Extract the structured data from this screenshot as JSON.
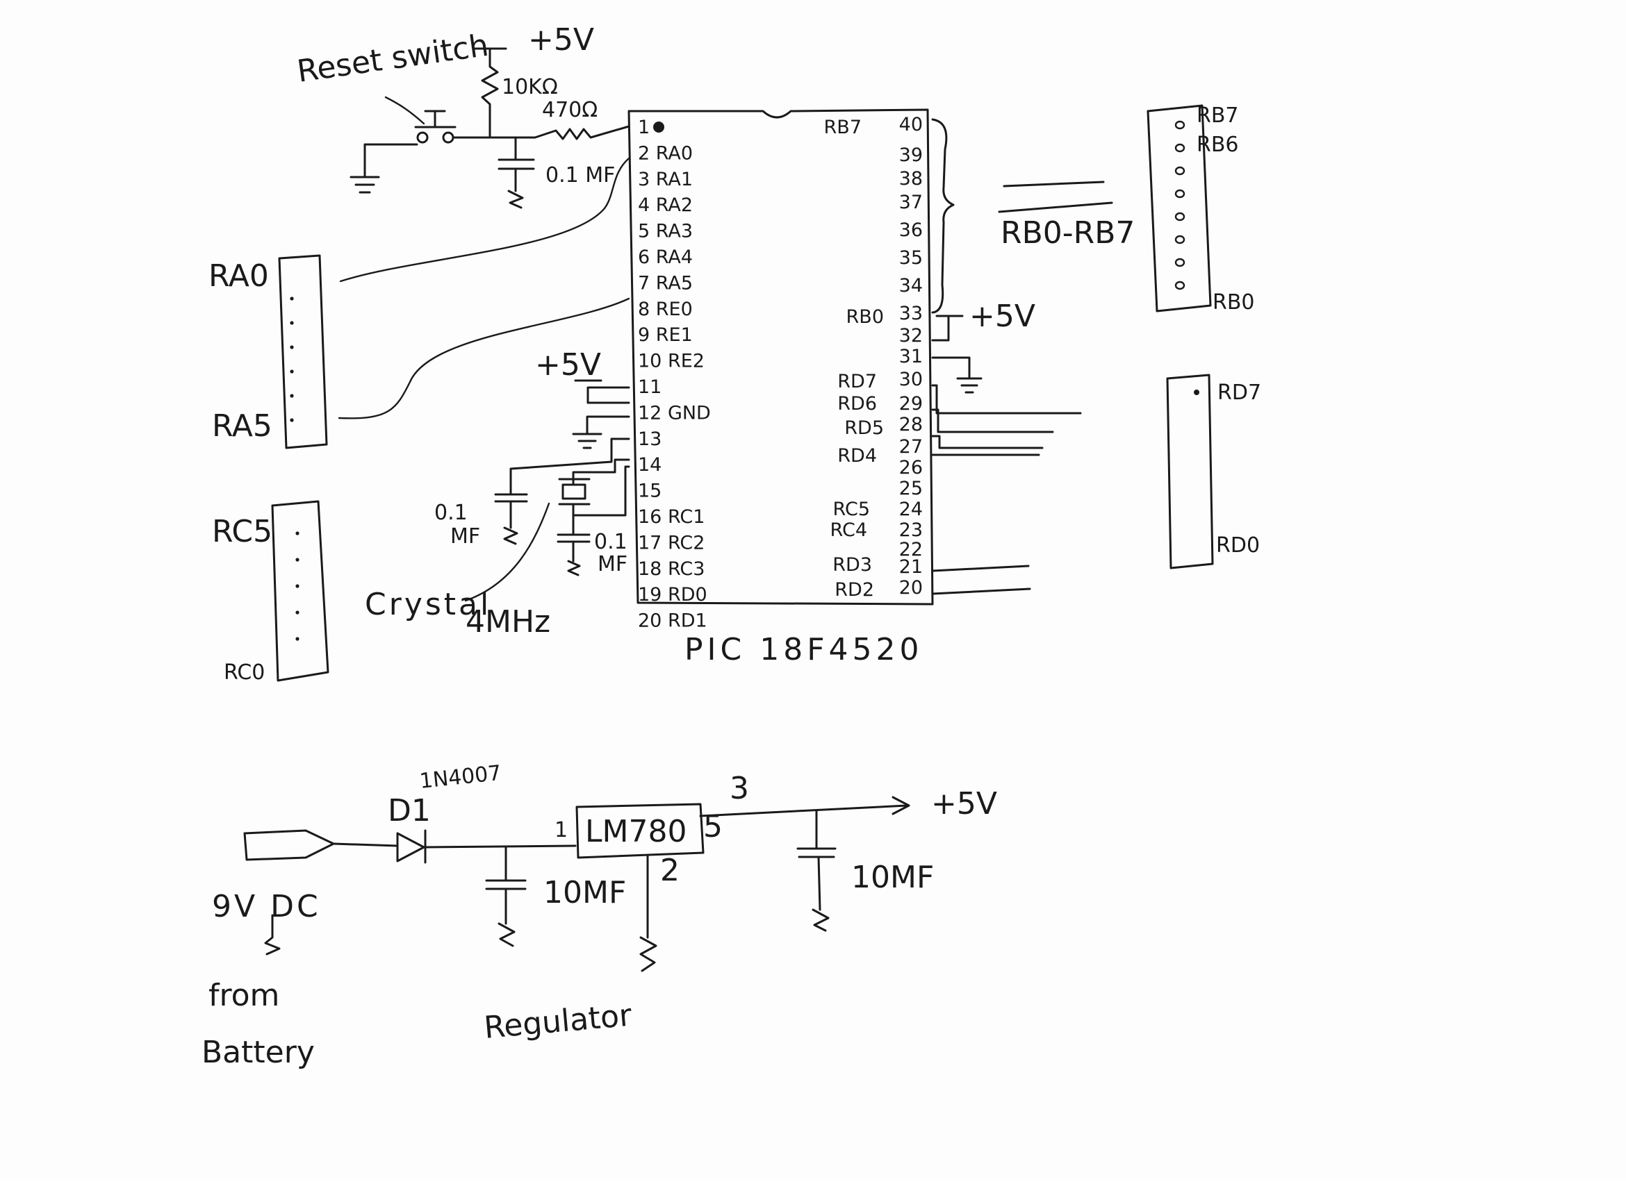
{
  "reset": {
    "label": "Reset switch",
    "res1": "10KΩ",
    "res2": "470Ω",
    "cap": "0.1 MF",
    "vcc": "+5V"
  },
  "mcu": {
    "name": "PIC 18F4520",
    "left_pins": [
      "1",
      "2 RA0",
      "3 RA1",
      "4 RA2",
      "5 RA3",
      "6 RA4",
      "7 RA5",
      "8 RE0",
      "9 RE1",
      "10 RE2",
      "11",
      "12 GND",
      "13",
      "14",
      "15",
      "16 RC1",
      "17 RC2",
      "18 RC3",
      "19 RD0",
      "20 RD1"
    ],
    "right_nums": [
      "40",
      "39",
      "38",
      "37",
      "36",
      "35",
      "34",
      "33",
      "32",
      "31",
      "30",
      "29",
      "28",
      "27",
      "26",
      "25",
      "24",
      "23",
      "22",
      "21",
      "20"
    ],
    "right_names": [
      "RB7",
      "RB0",
      "RD7",
      "RD6",
      "RD5",
      "RD4",
      "RC5",
      "RC4",
      "RD3",
      "RD2"
    ],
    "vcc32": "+5V",
    "vcc11": "+5V"
  },
  "osc": {
    "cap1": "0.1",
    "cap1b": "MF",
    "cap2": "0.1",
    "cap2b": "MF",
    "crystal": "Crystal",
    "freq": "4MHz"
  },
  "headers": {
    "ra_top": "RA0",
    "ra_bot": "RA5",
    "rc_top": "RC5",
    "rc_bot": "RC0",
    "rb_top": "RB7",
    "rb_top2": "RB6",
    "rb_bot": "RB0",
    "rd_top": "RD7",
    "rd_bot": "RD0",
    "bus": "RB0-RB7"
  },
  "psu": {
    "diode": "D1",
    "diode_part": "1N4007",
    "reg": "LM780",
    "reg_pin1": "1",
    "reg_pin2": "2",
    "reg_pin3": "3",
    "reg_pin5": "5",
    "cap_in": "10MF",
    "cap_out": "10MF",
    "out": "+5V",
    "src1": "9V DC",
    "src2": "from",
    "src3": "Battery",
    "title": "Regulator"
  }
}
